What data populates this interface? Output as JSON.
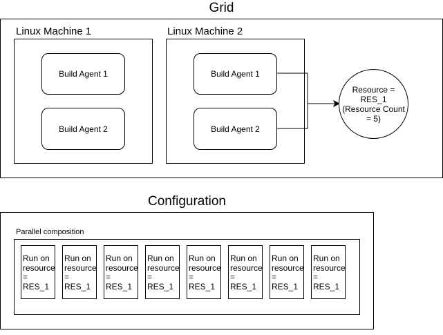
{
  "grid": {
    "title": "Grid",
    "machines": [
      {
        "label": "Linux Machine 1",
        "agents": [
          "Build Agent 1",
          "Build Agent 2"
        ]
      },
      {
        "label": "Linux Machine 2",
        "agents": [
          "Build Agent 1",
          "Build Agent 2"
        ]
      }
    ],
    "resource": {
      "lines": [
        "Resource =",
        "RES_1",
        "(Resource Count",
        "= 5)"
      ]
    }
  },
  "configuration": {
    "title": "Configuration",
    "composition_label": "Parallel composition",
    "runs": [
      "Run on\nresource\n=\nRES_1",
      "Run on\nresource\n=\nRES_1",
      "Run on\nresource\n=\nRES_1",
      "Run on\nresource\n=\nRES_1",
      "Run on\nresource\n=\nRES_1",
      "Run on\nresource\n=\nRES_1",
      "Run on\nresource\n=\nRES_1",
      "Run on\nresource\n=\nRES_1"
    ]
  }
}
